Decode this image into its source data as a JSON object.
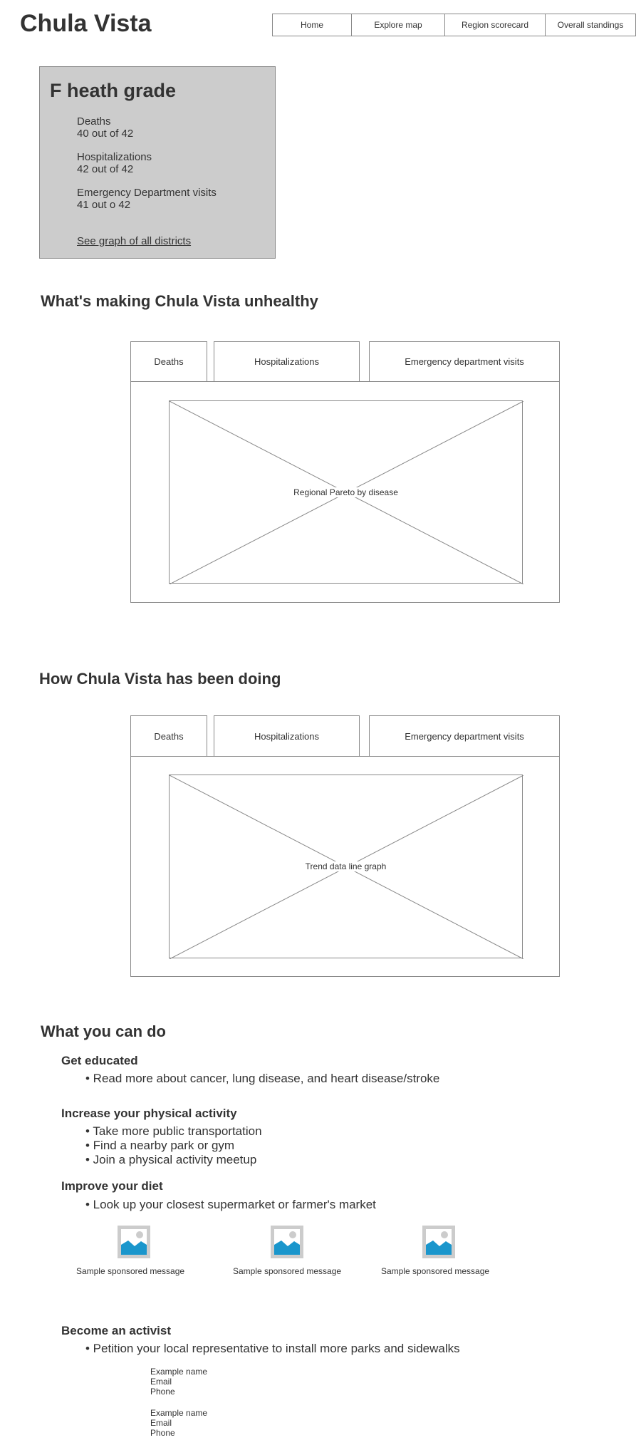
{
  "site": {
    "title": "Chula Vista"
  },
  "nav": {
    "items": [
      {
        "label": "Home"
      },
      {
        "label": "Explore map"
      },
      {
        "label": "Region scorecard"
      },
      {
        "label": "Overall standings"
      }
    ]
  },
  "grade_card": {
    "heading": "F heath grade",
    "stats": [
      {
        "label": "Deaths",
        "value": "40 out of 42"
      },
      {
        "label": "Hospitalizations",
        "value": "42 out of 42"
      },
      {
        "label": "Emergency Department visits",
        "value": "41 out o 42"
      }
    ],
    "link_label": "See graph of all districts"
  },
  "unhealthy_section": {
    "heading": "What's making Chula Vista unhealthy",
    "tabs": [
      {
        "label": "Deaths"
      },
      {
        "label": "Hospitalizations"
      },
      {
        "label": "Emergency department visits"
      }
    ],
    "placeholder_label": "Regional Pareto by disease"
  },
  "trend_section": {
    "heading": "How Chula Vista has been doing",
    "tabs": [
      {
        "label": "Deaths"
      },
      {
        "label": "Hospitalizations"
      },
      {
        "label": "Emergency department visits"
      }
    ],
    "placeholder_label": "Trend data line graph"
  },
  "actions_section": {
    "heading": "What you can do",
    "groups": [
      {
        "title": "Get educated",
        "items": [
          "• Read more about cancer, lung disease, and heart disease/stroke"
        ]
      },
      {
        "title": "Increase your physical activity",
        "items": [
          "• Take more public transportation",
          "• Find a nearby park or gym",
          "• Join a physical activity meetup"
        ]
      },
      {
        "title": "Improve your diet",
        "items": [
          "• Look up your closest supermarket or farmer's market"
        ]
      }
    ],
    "sponsors": [
      {
        "caption": "Sample sponsored message",
        "icon": "image-placeholder-icon"
      },
      {
        "caption": "Sample sponsored message",
        "icon": "image-placeholder-icon"
      },
      {
        "caption": "Sample sponsored message",
        "icon": "image-placeholder-icon"
      }
    ],
    "activist": {
      "title": "Become an activist",
      "item": "• Petition your local representative to install more parks and sidewalks",
      "contacts": [
        {
          "name": "Example name",
          "email": "Email",
          "phone": "Phone"
        },
        {
          "name": "Example name",
          "email": "Email",
          "phone": "Phone"
        }
      ]
    }
  },
  "colors": {
    "card_bg": "#cccccc",
    "border": "#888888",
    "text": "#333333",
    "icon_blue": "#1a96cc",
    "icon_gray": "#cccccc"
  }
}
